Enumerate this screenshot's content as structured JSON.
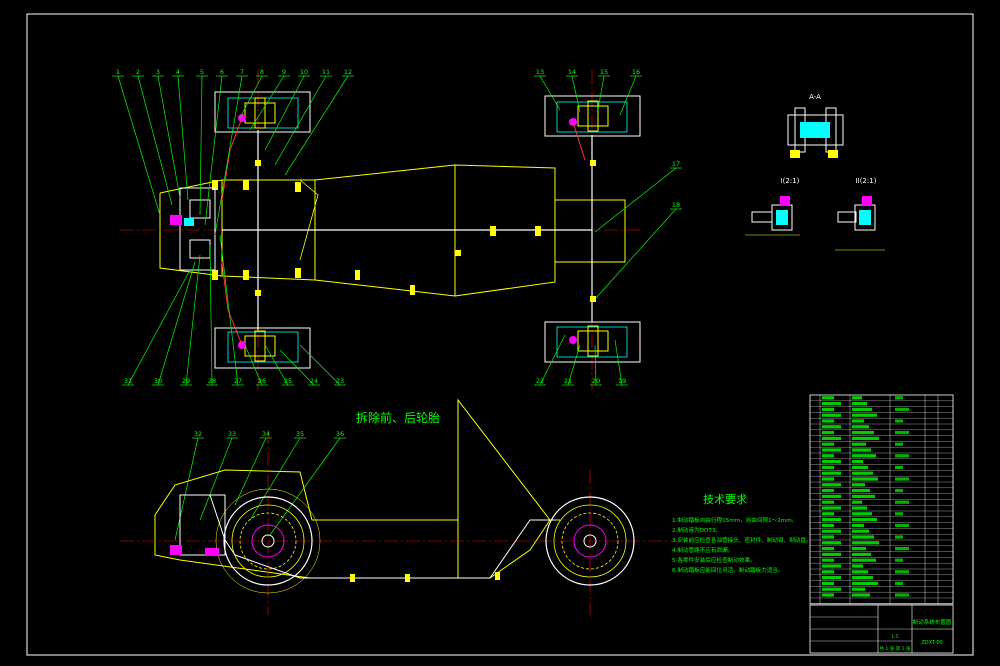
{
  "drawing": {
    "title": "制动系统布置图",
    "drawing_number": "ZDXT-00",
    "sheet": "共 1 张 第 1 张",
    "ratio": "1:5"
  },
  "side_view": {
    "title": "拆除前、后轮胎"
  },
  "tech": {
    "title": "技术要求",
    "items": [
      "1.制动踏板自由行程15mm，自由间隙1～2mm。",
      "2.制动液为DOT3。",
      "3.安装前应检查各油管接头、密封件、制动钳、制动盘。",
      "4.制动管路不应有泄漏。",
      "5.各零件安装后应检查制动效果。",
      "6.制动踏板应能回位灵活，制动踏板力适当。"
    ]
  },
  "section_labels": {
    "a": "A-A",
    "b": "I(2:1)",
    "c": "II(2:1)"
  },
  "balloons_top": [
    "1",
    "2",
    "3",
    "4",
    "5",
    "6",
    "7",
    "8",
    "9",
    "10",
    "11",
    "12"
  ],
  "balloons_right_top": [
    "13",
    "14",
    "15",
    "16"
  ],
  "balloons_right_side": [
    "17",
    "18"
  ],
  "balloons_bottom_left": [
    "31",
    "30",
    "29",
    "28",
    "27",
    "26",
    "25",
    "24",
    "23"
  ],
  "balloons_bottom_right": [
    "22",
    "21",
    "20",
    "19"
  ],
  "balloons_side": [
    "32",
    "33",
    "34",
    "35",
    "36"
  ]
}
